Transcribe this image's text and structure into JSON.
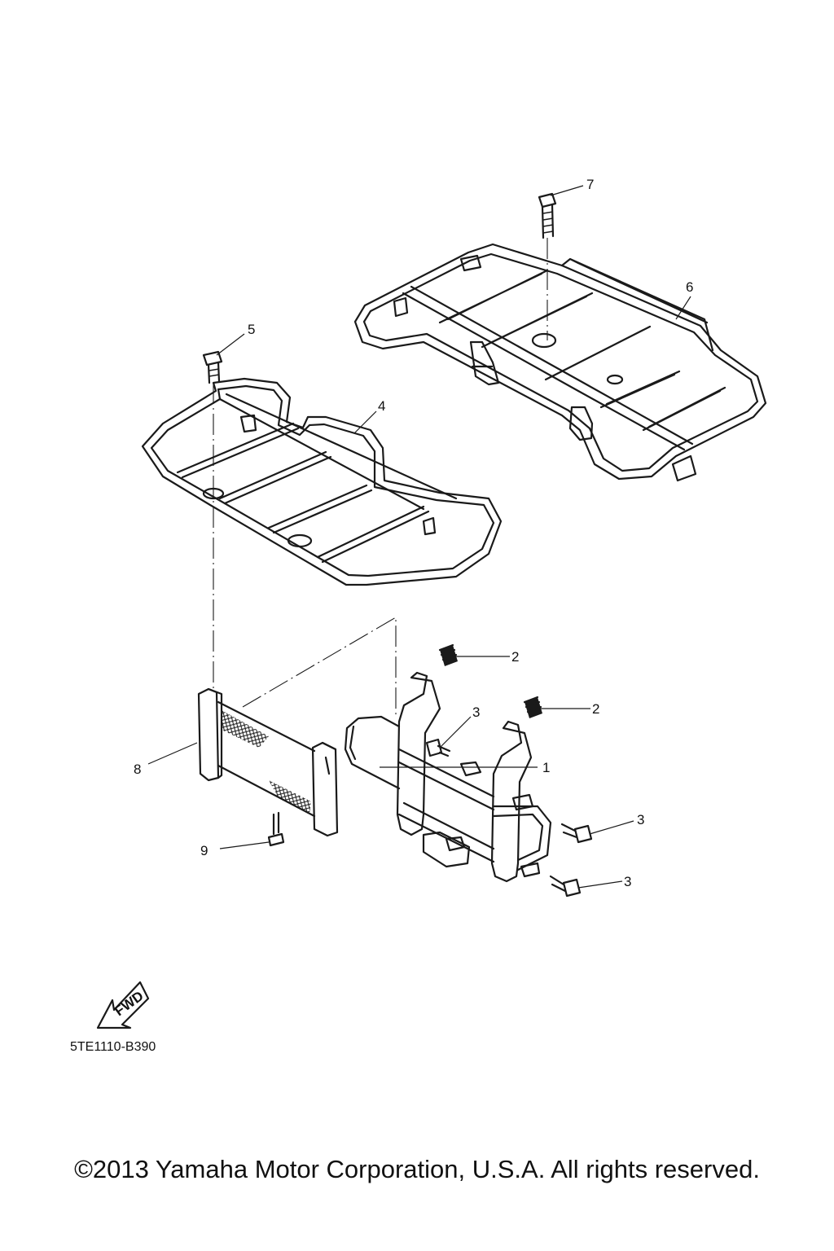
{
  "diagram": {
    "callouts": [
      {
        "id": "c1",
        "label": "1"
      },
      {
        "id": "c2a",
        "label": "2"
      },
      {
        "id": "c2b",
        "label": "2"
      },
      {
        "id": "c3a",
        "label": "3"
      },
      {
        "id": "c3b",
        "label": "3"
      },
      {
        "id": "c3c",
        "label": "3"
      },
      {
        "id": "c4",
        "label": "4"
      },
      {
        "id": "c5",
        "label": "5"
      },
      {
        "id": "c6",
        "label": "6"
      },
      {
        "id": "c7",
        "label": "7"
      },
      {
        "id": "c8",
        "label": "8"
      },
      {
        "id": "c9",
        "label": "9"
      }
    ],
    "direction_label": "FWD",
    "figure_code": "5TE1110-B390",
    "copyright": "©2013 Yamaha Motor Corporation, U.S.A. All rights reserved."
  },
  "colors": {
    "line": "#1a1a1a",
    "background": "#ffffff"
  }
}
